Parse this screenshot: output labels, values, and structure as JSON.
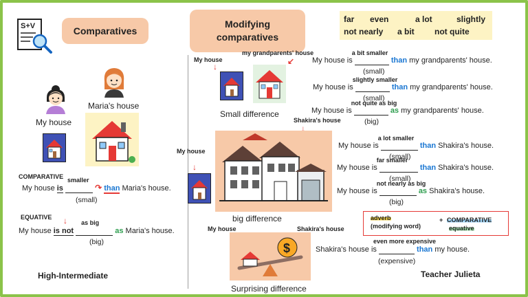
{
  "left": {
    "title": "Comparatives",
    "maria_label": "Maria's house",
    "my_label": "My house",
    "comparative_heading": "COMPARATIVE",
    "comparative_sentence": {
      "pre": "My house ",
      "is": "is",
      "word": "smaller",
      "than": "than",
      "post": " Maria's house."
    },
    "comparative_hint": "(small)",
    "equative_heading": "EQUATIVE",
    "equative_sentence": {
      "pre": "My house ",
      "isnot": "is not",
      "word": "as big",
      "as": "as",
      "post": " Maria's house."
    },
    "equative_hint": "(big)",
    "level": "High-Intermediate"
  },
  "right": {
    "title": "Modifying comparatives",
    "modifiers": [
      "far",
      "even",
      "a lot",
      "slightly",
      "not nearly",
      "a bit",
      "not quite"
    ],
    "small_diff": {
      "label": "Small difference",
      "my_house": "My house",
      "grand": "my grandparents' house",
      "rows": [
        {
          "pre": "My house is ",
          "mod": "a bit smaller",
          "link": "than",
          "post": " my grandparents' house.",
          "hint": "(small)",
          "kind": "than"
        },
        {
          "pre": "My house is ",
          "mod": "slightly smaller",
          "link": "than",
          "post": " my grandparents' house.",
          "hint": "(small)",
          "kind": "than"
        },
        {
          "pre": "My house is ",
          "mod": "not quite as big",
          "link": "as",
          "post": " my grandparents' house.",
          "hint": "(big)",
          "kind": "as"
        }
      ]
    },
    "big_diff": {
      "label": "big difference",
      "my_house": "My house",
      "shakira": "Shakira's house",
      "rows": [
        {
          "pre": "My house is ",
          "mod": "a lot smaller",
          "link": "than",
          "post": " Shakira's house.",
          "hint": "(small)",
          "kind": "than"
        },
        {
          "pre": "My house is ",
          "mod": "far smaller",
          "link": "than",
          "post": " Shakira's house.",
          "hint": "(small)",
          "kind": "than"
        },
        {
          "pre": "My house is ",
          "mod": "not nearly as big",
          "link": "as",
          "post": " Shakira's house.",
          "hint": "(big)",
          "kind": "as"
        }
      ]
    },
    "surprise": {
      "label": "Surprising difference",
      "my_house": "My house",
      "shakira": "Shakira's house",
      "row": {
        "pre": "Shakira's house is ",
        "mod": "even more expensive",
        "link": "than",
        "post": " my house.",
        "hint": "(expensive)"
      }
    },
    "formula": {
      "adverb": "adverb",
      "sub": "(modifying word)",
      "plus": "+ ",
      "comparative": "COMPARATIVE",
      "equative": "equative"
    },
    "teacher": "Teacher Julieta"
  },
  "colors": {
    "border": "#8bc34a",
    "pill": "#f7c9a8",
    "blue": "#1976d2",
    "green": "#2e9e4f",
    "yellow_box": "#fdf3c4"
  }
}
